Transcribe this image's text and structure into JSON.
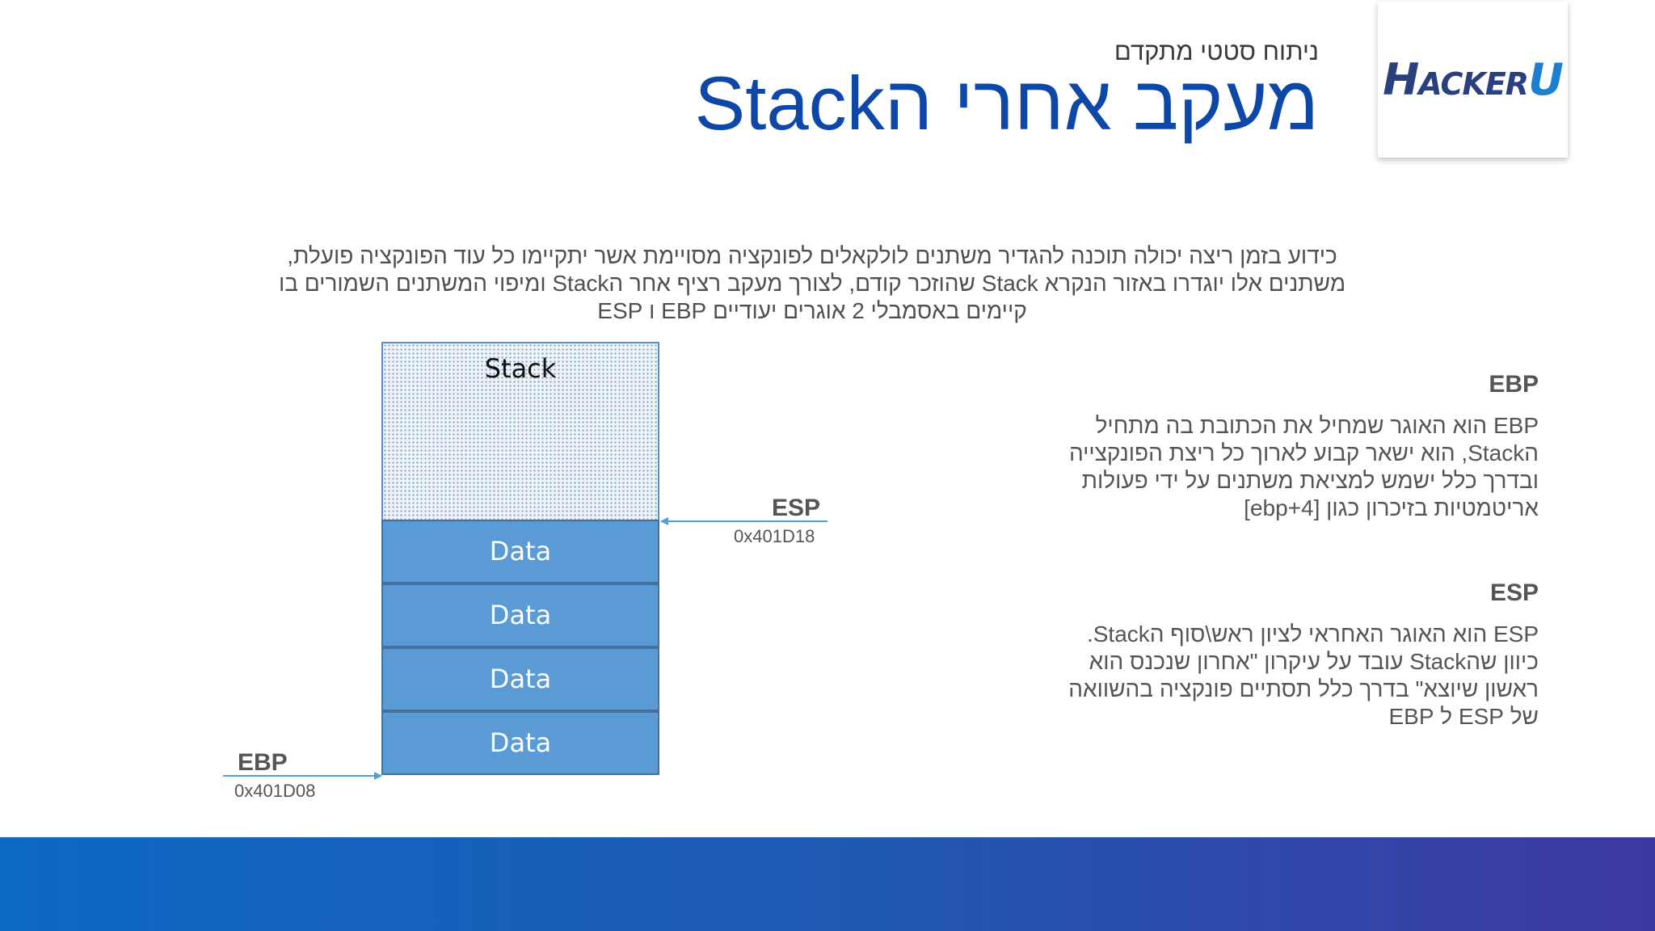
{
  "header": {
    "subtitle": "ניתוח סטטי מתקדם",
    "title": "מעקב אחרי הStack",
    "logo_text": "HACKERU"
  },
  "intro": {
    "line1": "כידוע בזמן ריצה יכולה תוכנה להגדיר משתנים לולקאלים לפונקציה מסויימת אשר יתקיימו כל עוד הפונקציה פועלת,",
    "line2": "משתנים אלו יוגדרו באזור הנקרא Stack שהוזכר קודם, לצורך מעקב רציף אחר הStack ומיפוי המשתנים השמורים בו",
    "line3": "קיימים באסמבלי 2 אוגרים יעודיים  EBP ו ESP"
  },
  "diagram": {
    "stack_label": "Stack",
    "data_blocks": [
      "Data",
      "Data",
      "Data",
      "Data"
    ],
    "esp": {
      "label": "ESP",
      "address": "0x401D18"
    },
    "ebp": {
      "label": "EBP",
      "address": "0x401D08"
    },
    "arrow_color": "#5b9bd5"
  },
  "sections": {
    "ebp": {
      "heading": "EBP",
      "lines": [
        "EBP הוא האוגר שמחיל את הכתובת בה מתחיל",
        "הStack, הוא ישאר קבוע לארוך כל ריצת הפונקצייה",
        "ובדרך כלל ישמש למציאת משתנים על ידי פעולות",
        "אריטמטיות בזיכרון כגון [ebp+4]"
      ]
    },
    "esp": {
      "heading": "ESP",
      "lines": [
        "ESP הוא האוגר האחראי לציון ראש\\סוף הStack.",
        "כיוון שהStack עובד על עיקרון \"אחרון שנכנס הוא",
        "ראשון שיוצא\" בדרך כלל תסתיים פונקציה בהשוואה",
        "של ESP ל EBP"
      ]
    }
  },
  "colors": {
    "title": "#0d47a8",
    "data_block": "#5b9bd5",
    "footer_start": "#0c68c2",
    "footer_end": "#3d38a0"
  }
}
